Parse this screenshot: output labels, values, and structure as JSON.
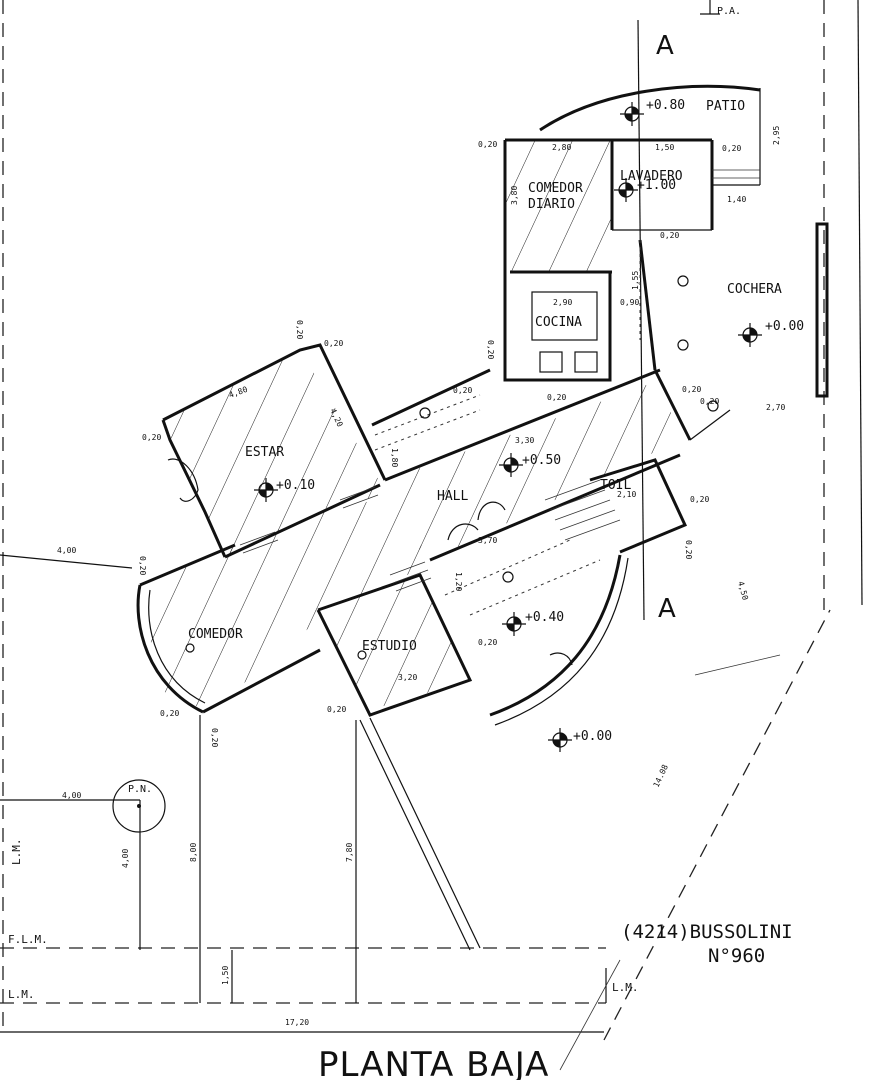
{
  "drawing": {
    "title": "PLANTA BAJA",
    "address_line1": "(4214)BUSSOLINI",
    "address_line2": "N°960",
    "section_mark": "A",
    "north_label": "P.N.",
    "pa_label": "P.A."
  },
  "rooms": {
    "patio": "PATIO",
    "lavadero": "LAVADERO",
    "comedor_diario_1": "COMEDOR",
    "comedor_diario_2": "DIARIO",
    "cocina": "COCINA",
    "cochera": "COCHERA",
    "estar": "ESTAR",
    "hall": "HALL",
    "toil": "TOIL",
    "comedor": "COMEDOR",
    "estudio": "ESTUDIO"
  },
  "levels": {
    "patio": "+0.80",
    "lavadero": "+1.00",
    "cochera": "+0.00",
    "estar": "+0.10",
    "hall": "+0.50",
    "estudio": "+0.40",
    "garden": "+0.00"
  },
  "dimensions": {
    "d_020_a": "0,20",
    "d_280": "2,80",
    "d_150": "1,50",
    "d_020_b": "0,20",
    "d_295": "2,95",
    "d_140": "1,40",
    "d_020_c": "0,20",
    "d_380": "3,80",
    "d_290": "2,90",
    "d_155": "1,55",
    "d_090": "0,90",
    "d_020_d": "0,20",
    "d_020_e": "0,20",
    "d_020_f": "0,20",
    "d_270": "2,70",
    "d_020_g": "0,20",
    "d_020_h": "0,20",
    "d_480": "4,80",
    "d_020_i": "0,20",
    "d_420": "4,20",
    "d_020_j": "0,20",
    "d_330": "3,30",
    "d_180": "1,80",
    "d_210": "2,10",
    "d_020_k": "0,20",
    "d_020_l": "0,20",
    "d_450": "4,50",
    "d_400_a": "4,00",
    "d_020_m": "0,20",
    "d_370": "3,70",
    "d_120": "1,20",
    "d_320": "3,20",
    "d_020_n": "0,20",
    "d_020_o": "0,20",
    "d_020_p": "0,20",
    "d_020_q": "0,20",
    "d_1408": "14.08",
    "d_400_b": "4,00",
    "d_400_c": "4,00",
    "d_800": "8,00",
    "d_780": "7,80",
    "d_150_b": "1,50",
    "d_1720": "17,20",
    "d_020_r": "0,20"
  },
  "lines": {
    "lm_top": "L.M.",
    "flm": "F.L.M.",
    "lm_bottom": "L.M.",
    "lm_right": "L.M."
  }
}
